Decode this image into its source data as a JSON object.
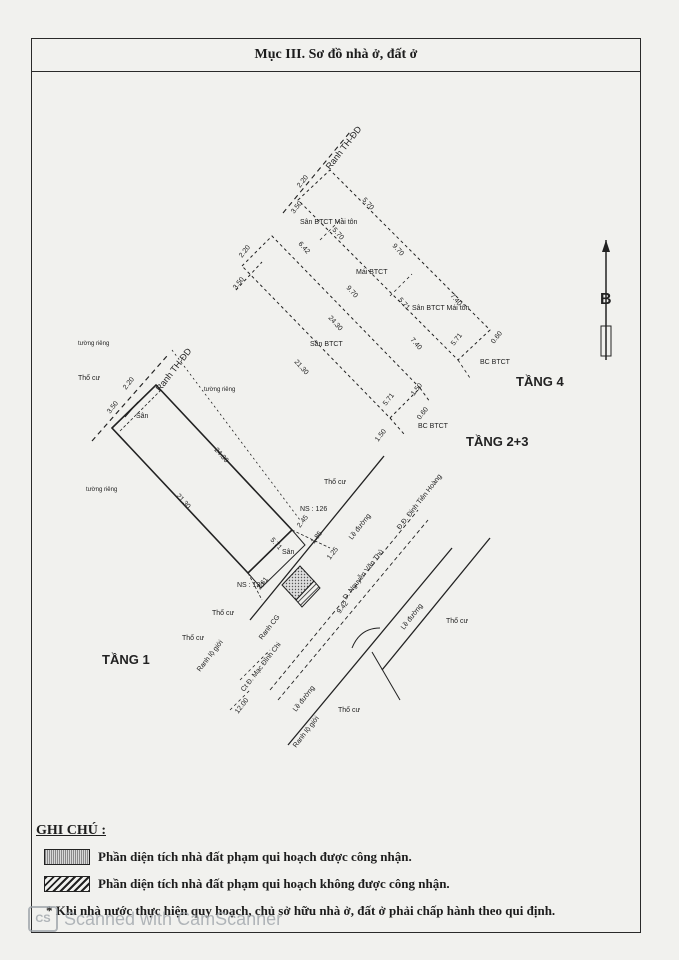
{
  "title": "Mục III. Sơ đồ nhà ở, đất ở",
  "floors": {
    "f1": "TẦNG 1",
    "f23": "TẦNG 2+3",
    "f4": "TẦNG 4"
  },
  "compass": "B",
  "labels": {
    "ranh_td_top": "Ranh TH-ĐD",
    "ranh_td_left": "Ranh TH-ĐD",
    "tuong_rieng": "tường riêng",
    "tho_cu": "Thổ cư",
    "san": "Sân",
    "san_btct": "Sân BTCT",
    "san_btct_mai_ton": "Sân BTCT Mái tôn",
    "mai_btct": "Mái BTCT",
    "bc_btct": "BC BTCT",
    "ns126": "NS : 126",
    "ns130": "NS : 130",
    "le_duong": "Lề đường",
    "ranh_lo_gioi": "Ranh lộ giới",
    "ranh_cg": "Ranh CG",
    "road1": "D. Nguyễn Văn Thủ",
    "road2": "Đ.Đ. Đinh Tiên Hoàng",
    "road3": "Ct Đ. Mạc Đĩnh Chi",
    "n12": "12.00",
    "n942": "9.42"
  },
  "dims": {
    "d2430": "24.30",
    "d2130": "21.30",
    "d571": "5.71",
    "d350": "3.50",
    "d220": "2.20",
    "d150": "1.50",
    "d970": "9.70",
    "d740": "7.40",
    "d570": "5.70",
    "d642": "6.42",
    "d060": "0.60",
    "d245": "2.45",
    "d185": "1.85",
    "d261": "2.61",
    "d125": "1.25"
  },
  "legend": {
    "heading": "GHI CHÚ :",
    "item1": "Phần diện tích nhà đất phạm qui hoạch được công nhận.",
    "item2": "Phần diện tích nhà đất phạm qui hoạch không được công nhận."
  },
  "note": "* Khi nhà nước thực hiện quy hoạch, chủ sở hữu nhà ở, đất ở phải chấp hành theo qui định.",
  "watermark": {
    "logo": "CS",
    "text": "Scanned with CamScanner"
  }
}
